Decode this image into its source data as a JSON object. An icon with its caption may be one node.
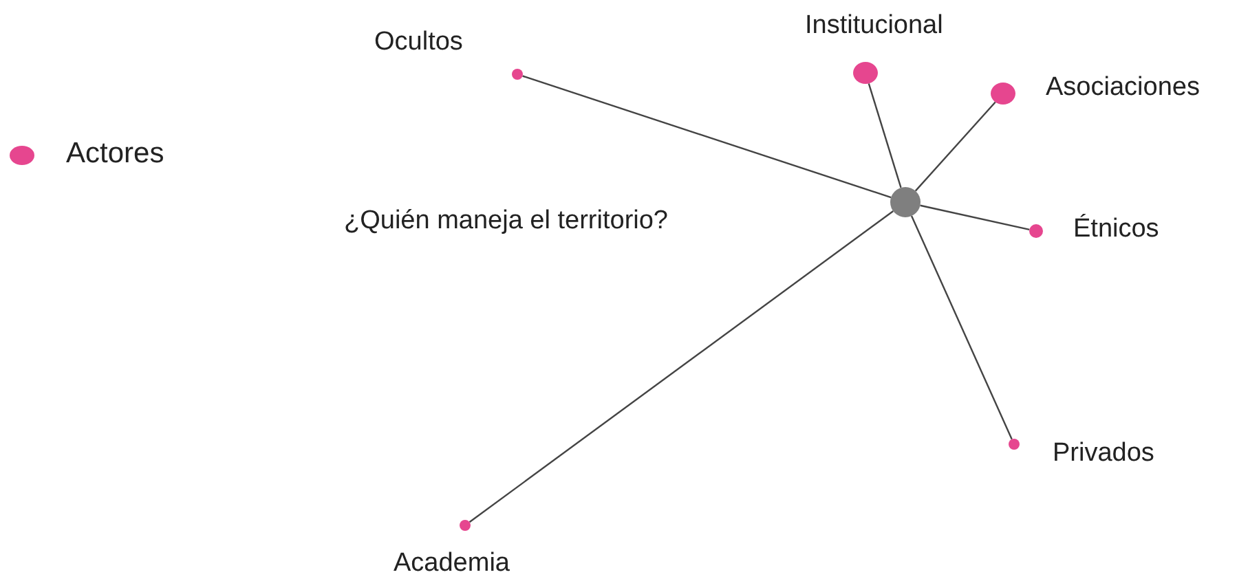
{
  "diagram": {
    "nodes": [
      {
        "text": [],
        "shape": "circle"
      },
      {
        "text": [],
        "shape": "circle",
        "beside": [
          "Ocultos"
        ]
      },
      {
        "text": [],
        "shape": "circle",
        "beside": [
          "Institucional"
        ]
      },
      {
        "text": [],
        "shape": "circle",
        "beside": [
          "Asociaciones"
        ]
      },
      {
        "text": [],
        "shape": "circle",
        "beside": [
          "Étnicos"
        ]
      },
      {
        "text": [],
        "shape": "circle",
        "beside": [
          "Privados"
        ]
      },
      {
        "text": [],
        "shape": "circle",
        "beside": [
          "Academia"
        ]
      }
    ],
    "edges": [
      {
        "from": 0,
        "to": 1,
        "arrow": "none"
      },
      {
        "from": 0,
        "to": 2,
        "arrow": "none"
      },
      {
        "from": 0,
        "to": 3,
        "arrow": "none"
      },
      {
        "from": 0,
        "to": 4,
        "arrow": "none"
      },
      {
        "from": 0,
        "to": 5,
        "arrow": "none"
      },
      {
        "from": 0,
        "to": 6,
        "arrow": "none"
      }
    ],
    "labels": [
      "¿Quién maneja el territorio?"
    ],
    "legend": [
      {
        "text": "Actores",
        "color": "#e6468f"
      }
    ]
  }
}
